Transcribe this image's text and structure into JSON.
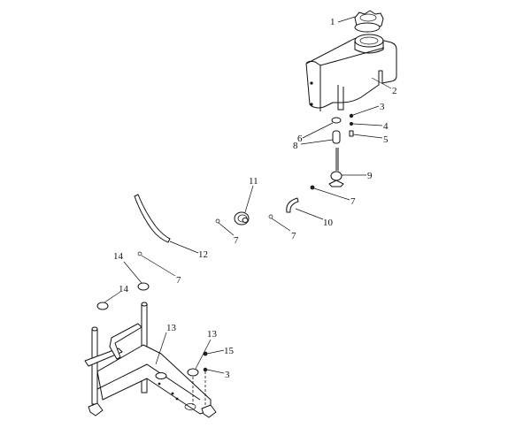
{
  "diagram": {
    "type": "exploded parts diagram",
    "callouts": [
      {
        "label": "1"
      },
      {
        "label": "2"
      },
      {
        "label": "3"
      },
      {
        "label": "4"
      },
      {
        "label": "5"
      },
      {
        "label": "6"
      },
      {
        "label": "8"
      },
      {
        "label": "9"
      },
      {
        "label": "7"
      },
      {
        "label": "10"
      },
      {
        "label": "11"
      },
      {
        "label": "7"
      },
      {
        "label": "7"
      },
      {
        "label": "12"
      },
      {
        "label": "14"
      },
      {
        "label": "7"
      },
      {
        "label": "14"
      },
      {
        "label": "13"
      },
      {
        "label": "13"
      },
      {
        "label": "15"
      },
      {
        "label": "3"
      }
    ]
  }
}
